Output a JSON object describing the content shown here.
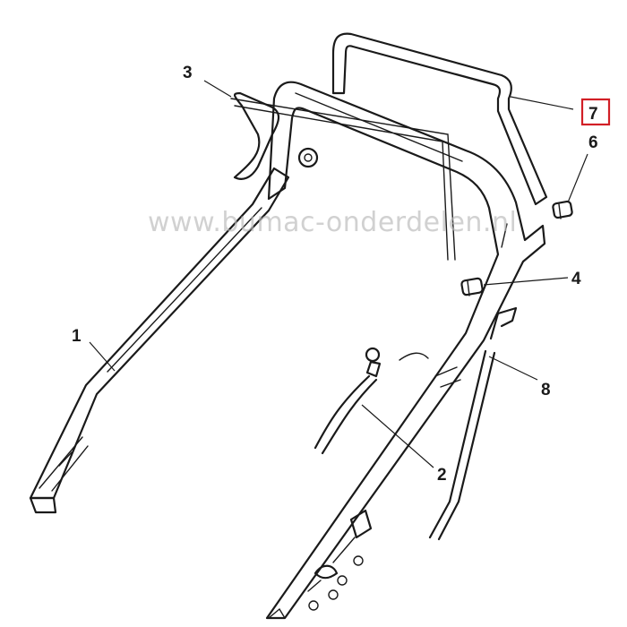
{
  "watermark": "www.bumac-onderdelen.nl",
  "callouts": {
    "c1": "1",
    "c2": "2",
    "c3": "3",
    "c4": "4",
    "c6": "6",
    "c7": "7",
    "c8": "8"
  },
  "highlighted_callout": "7",
  "colors": {
    "line": "#1a1a1a",
    "highlight": "#d21f26",
    "watermark": "#b9b9b9"
  }
}
